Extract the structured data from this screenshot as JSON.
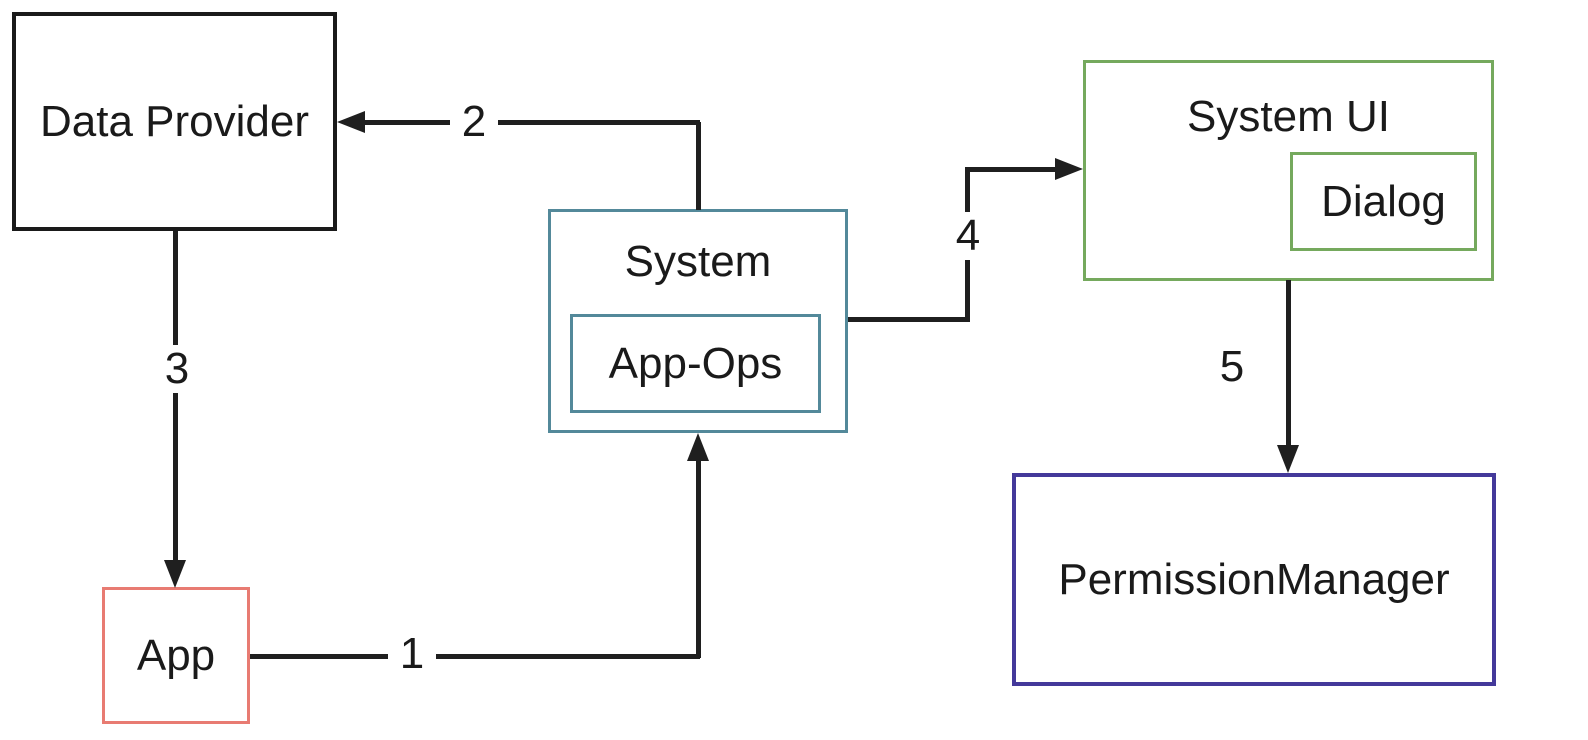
{
  "diagram": {
    "boxes": {
      "data_provider": {
        "label": "Data Provider",
        "border_color": "#1a1a1a"
      },
      "app": {
        "label": "App",
        "border_color": "#e87b72"
      },
      "system": {
        "label": "System",
        "border_color": "#53899a"
      },
      "app_ops": {
        "label": "App-Ops",
        "border_color": "#53899a"
      },
      "system_ui": {
        "label": "System UI",
        "border_color": "#75a95d"
      },
      "dialog": {
        "label": "Dialog",
        "border_color": "#75a95d"
      },
      "permission_manager": {
        "label": "PermissionManager",
        "border_color": "#44399a"
      }
    },
    "arrows": [
      {
        "label": "1",
        "from": "App",
        "to": "System"
      },
      {
        "label": "2",
        "from": "System",
        "to": "Data Provider"
      },
      {
        "label": "3",
        "from": "Data Provider",
        "to": "App"
      },
      {
        "label": "4",
        "from": "System",
        "to": "System UI"
      },
      {
        "label": "5",
        "from": "System UI",
        "to": "PermissionManager"
      }
    ],
    "line_color": "#1f1f1f",
    "background_color": "#ffffff"
  }
}
